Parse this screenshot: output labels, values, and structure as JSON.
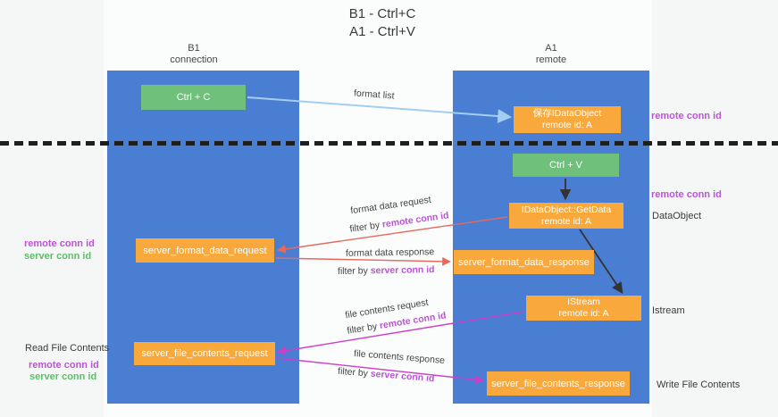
{
  "title": {
    "line1": "B1 - Ctrl+C",
    "line2": "A1 - Ctrl+V"
  },
  "lanes": {
    "left": {
      "name": "B1",
      "role": "connection"
    },
    "right": {
      "name": "A1",
      "role": "remote"
    }
  },
  "boxes": {
    "ctrl_c": "Ctrl + C",
    "ctrl_v": "Ctrl + V",
    "save_dataobject": {
      "line1": "保存IDataObject",
      "line2": "remote id: A"
    },
    "getdata": {
      "line1": "IDataObject::GetData",
      "line2": "remote id: A"
    },
    "istream": {
      "line1": "IStream",
      "line2": "remote id: A"
    },
    "server_format_data_request": "server_format_data_request",
    "server_format_data_response": "server_format_data_response",
    "server_file_contents_request": "server_file_contents_request",
    "server_file_contents_response": "server_file_contents_response"
  },
  "arrows": {
    "format_list": "format list",
    "format_data_request": "format data request",
    "format_data_response": "format data response",
    "file_contents_request": "file contents request",
    "file_contents_response": "file contents response",
    "filter_by": "filter by ",
    "remote_conn_id": "remote conn id",
    "server_conn_id": "server conn id"
  },
  "annotations": {
    "remote_conn_id": "remote conn id",
    "server_conn_id": "server conn id",
    "dataobject": "DataObject",
    "istream": "Istream",
    "read_file_contents": "Read File Contents",
    "write_file_contents": "Write File Contents"
  },
  "colors": {
    "lane_blue": "#4A7ED2",
    "box_green": "#6EC07A",
    "box_orange": "#F9A83B",
    "arrow_lightblue": "#A3CEF0",
    "arrow_red": "#E8695C",
    "arrow_magenta": "#CC3FC9",
    "arrow_black": "#333333",
    "label_purple": "#BA55D3",
    "label_green": "#5CBE68"
  }
}
